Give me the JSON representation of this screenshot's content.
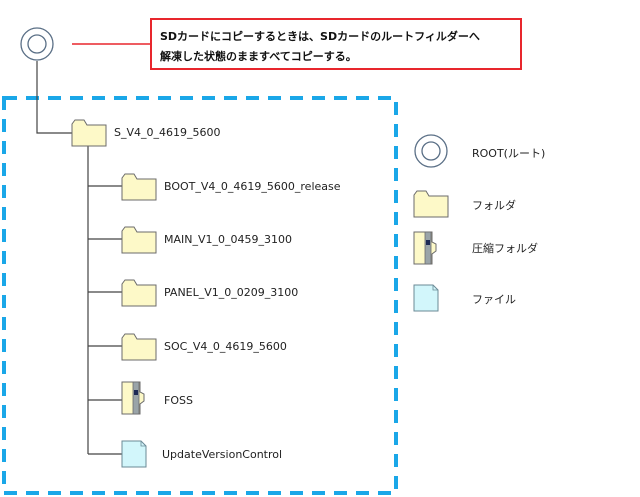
{
  "note": {
    "line1": "SDカードにコピーするときは、SDカードのルートフィルダーへ",
    "line2": "解凍した状態のまますべてコピーする。"
  },
  "tree": {
    "root_folder": "S_V4_0_4619_5600",
    "children": [
      {
        "type": "folder",
        "name": "BOOT_V4_0_4619_5600_release"
      },
      {
        "type": "folder",
        "name": "MAIN_V1_0_0459_3100"
      },
      {
        "type": "folder",
        "name": "PANEL_V1_0_0209_3100"
      },
      {
        "type": "folder",
        "name": "SOC_V4_0_4619_5600"
      },
      {
        "type": "zip",
        "name": "FOSS"
      },
      {
        "type": "file",
        "name": "UpdateVersionControl"
      }
    ]
  },
  "legend": [
    {
      "icon": "root-icon",
      "label": "ROOT(ルート)"
    },
    {
      "icon": "folder-icon",
      "label": "フォルダ"
    },
    {
      "icon": "zip-folder-icon",
      "label": "圧縮フォルダ"
    },
    {
      "icon": "file-icon",
      "label": "ファイル"
    }
  ],
  "colors": {
    "dashed_border": "#1aa7e8",
    "note_border": "#e8262d",
    "folder_fill": "#fdf9c8",
    "file_fill": "#d2f6fb",
    "root_stroke": "#5a6f86"
  }
}
